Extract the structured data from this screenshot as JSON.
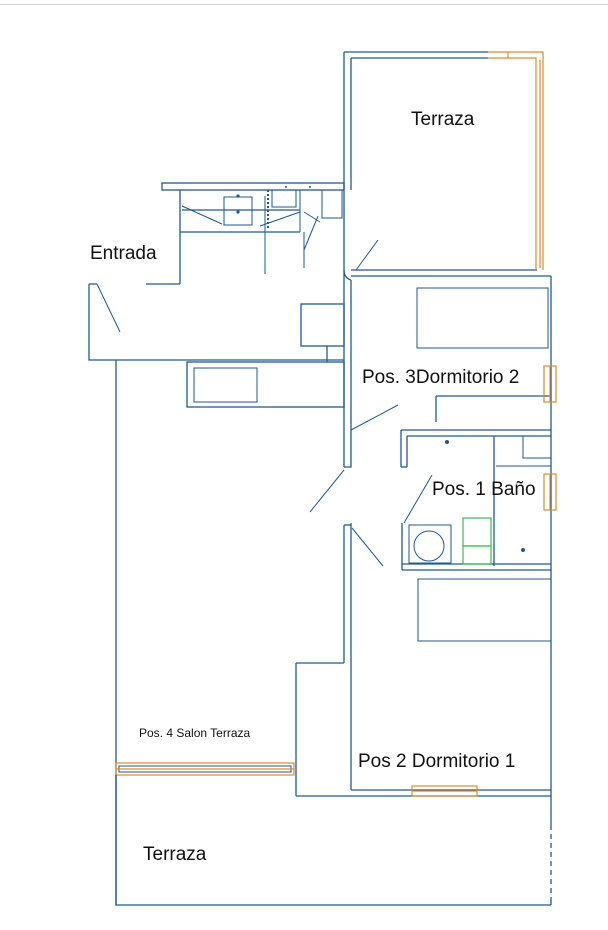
{
  "plan": {
    "rooms": {
      "terraza_top": "Terraza",
      "entrada": "Entrada",
      "dormitorio2": "Pos. 3Dormitorio 2",
      "bano": "Pos. 1 Baño",
      "salon_terraza": "Pos. 4 Salon Terraza",
      "dormitorio1": "Pos 2 Dormitorio 1",
      "terraza_bottom": "Terraza"
    },
    "colors": {
      "walls": "#1e5a96",
      "windows": "#e08a2c",
      "fixtures": "#33c24a",
      "text": "#111111"
    }
  }
}
